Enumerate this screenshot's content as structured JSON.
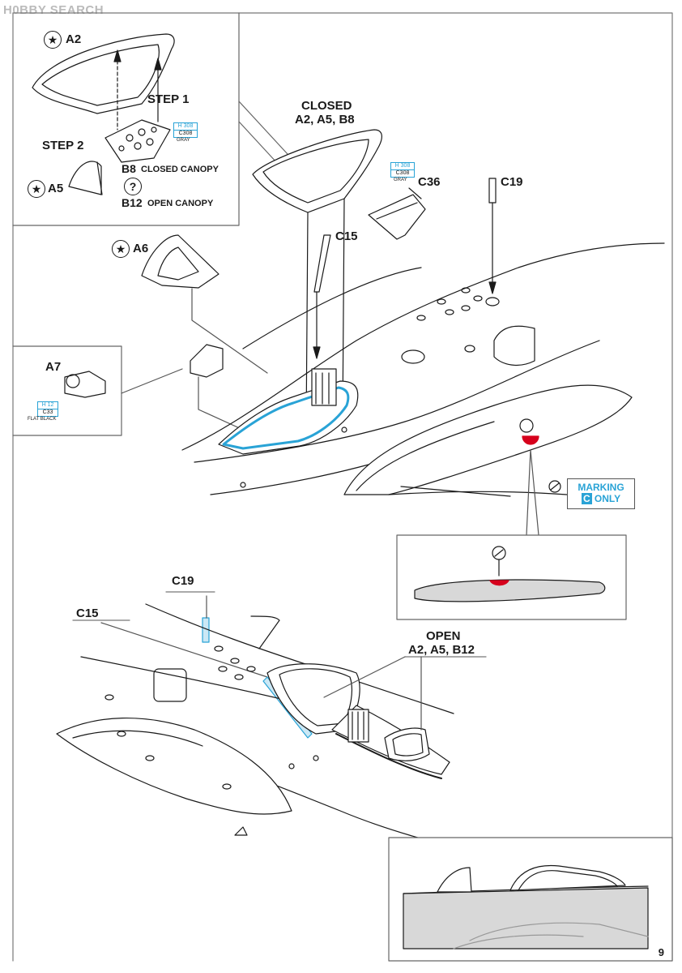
{
  "watermark": "H0BBY SEARCH",
  "page_number": "9",
  "inset_top": {
    "part_a2": "A2",
    "step1": "STEP 1",
    "step2": "STEP 2",
    "part_a5": "A5",
    "b8_code": "B8",
    "b8_text": "CLOSED CANOPY",
    "b12_code": "B12",
    "b12_text": "OPEN CANOPY",
    "paint_code": "H 308",
    "paint_code2": "C308",
    "paint_name": "GRAY"
  },
  "closed": {
    "title": "CLOSED",
    "parts": "A2, A5, B8"
  },
  "c36": {
    "label": "C36",
    "paint_code": "H 308",
    "paint_code2": "C308",
    "paint_name": "GRAY"
  },
  "c19_top": "C19",
  "c15_top": "C15",
  "a6": "A6",
  "a7_inset": {
    "label": "A7",
    "paint_code": "H 12",
    "paint_code2": "C33",
    "paint_name": "FLAT BLACK"
  },
  "marking": {
    "line1": "MARKING",
    "letter": "C",
    "line2": "ONLY"
  },
  "bottom": {
    "c19": "C19",
    "c15": "C15",
    "open_title": "OPEN",
    "open_parts": "A2, A5, B12"
  },
  "icons": {
    "star": "star-badge-icon",
    "question": "question-icon"
  }
}
